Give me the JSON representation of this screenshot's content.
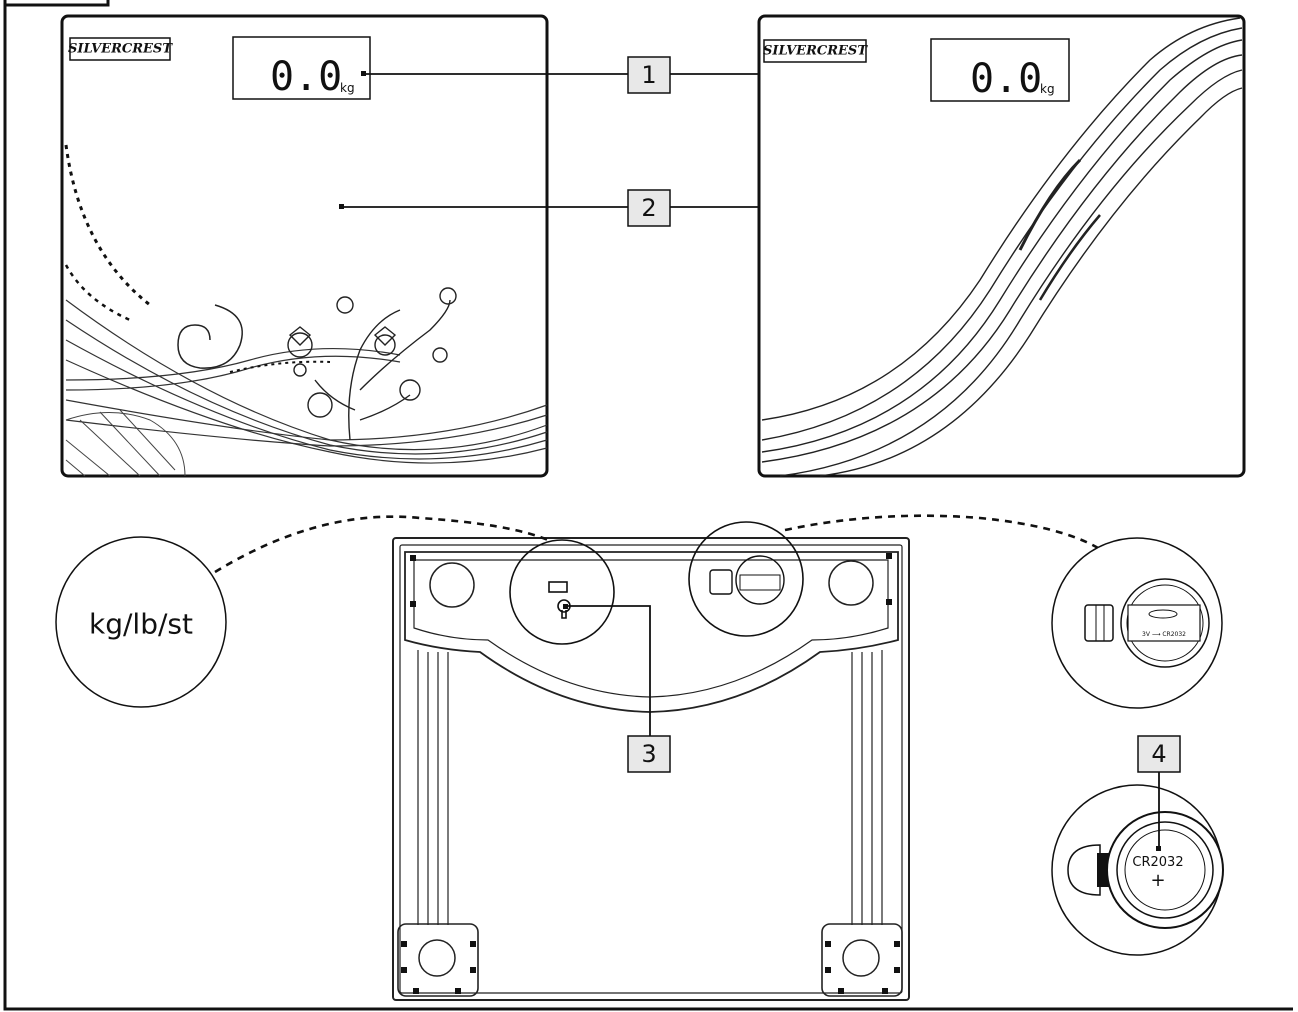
{
  "brand": "SILVERCREST",
  "display": {
    "reading": "0.0",
    "unit": "kg"
  },
  "callouts": [
    "1",
    "2",
    "3",
    "4"
  ],
  "unit_switch_label": "kg/lb/st",
  "battery": {
    "type": "CR2032",
    "label_small": "3V ⟶ CR2032",
    "polarity": "+"
  }
}
